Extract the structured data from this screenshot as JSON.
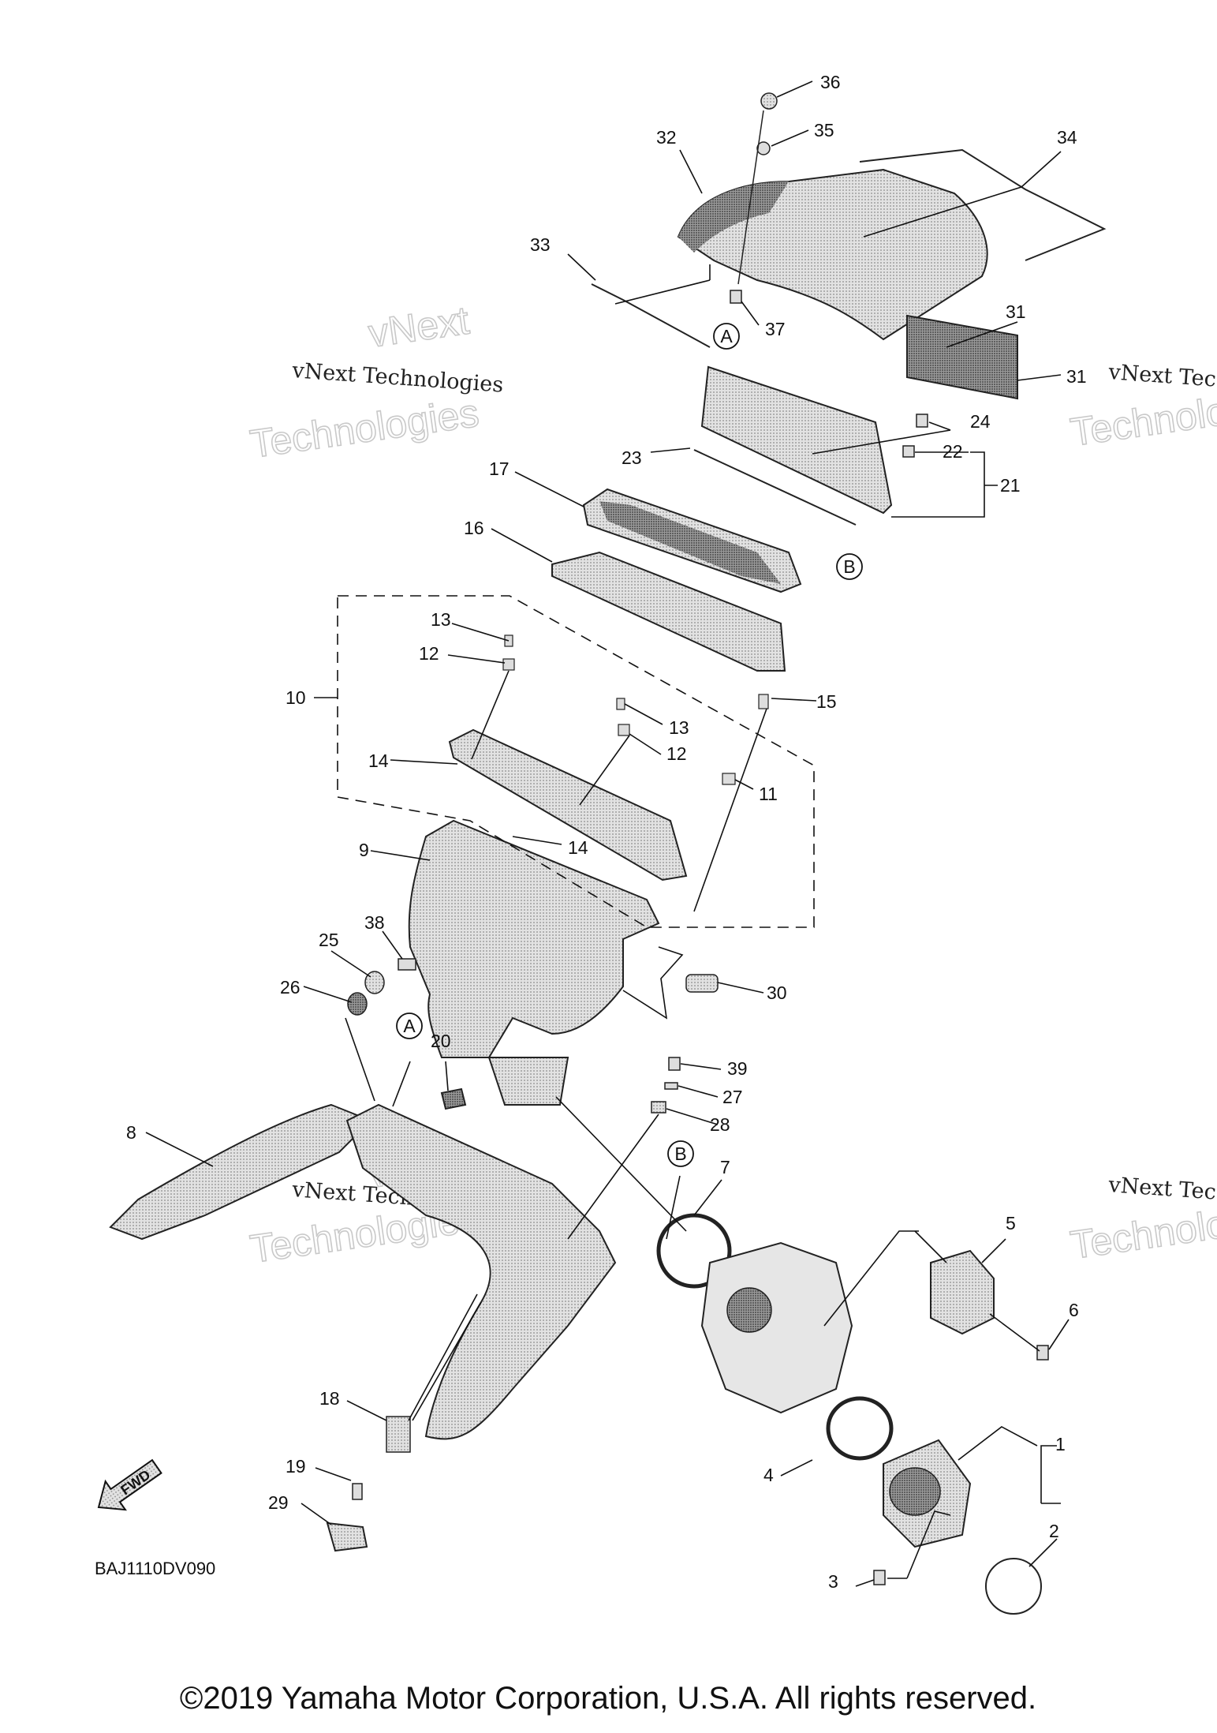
{
  "callouts": [
    "36",
    "35",
    "32",
    "34",
    "33",
    "37",
    "31",
    "31",
    "24",
    "22",
    "21",
    "23",
    "17",
    "16",
    "13",
    "12",
    "10",
    "15",
    "13",
    "12",
    "14",
    "11",
    "14",
    "9",
    "38",
    "25",
    "30",
    "26",
    "20",
    "39",
    "27",
    "28",
    "8",
    "7",
    "5",
    "6",
    "18",
    "1",
    "19",
    "4",
    "2",
    "29",
    "3"
  ],
  "ref_letters": [
    "A",
    "B",
    "A",
    "B"
  ],
  "watermark": {
    "brand_word_1": "vNext",
    "brand_word_2": "Technologies",
    "caption": "vNext Technologies",
    "caption_partial": "vNext Tec"
  },
  "arrow_label": "FWD",
  "diagram_code": "BAJ1110DV090",
  "copyright": "©2019 Yamaha Motor Corporation, U.S.A. All rights reserved.",
  "colors": {
    "ink": "#111111",
    "part_fill": "#d4d4d4",
    "part_dark": "#7a7a7a",
    "watermark": "#c9c9c9"
  }
}
